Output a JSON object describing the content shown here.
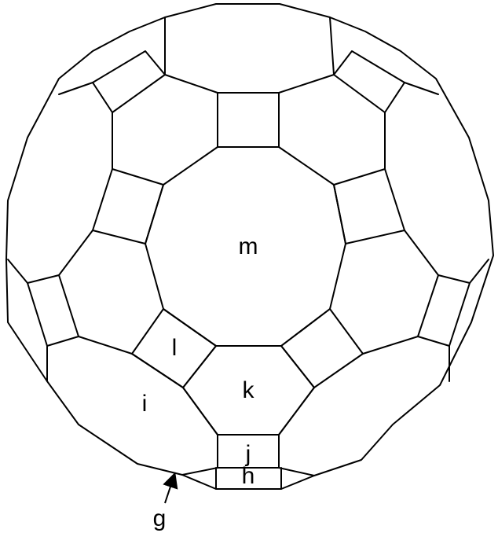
{
  "diagram": {
    "labels": {
      "m": "m",
      "l": "l",
      "k": "k",
      "i": "i",
      "j": "j",
      "h": "h",
      "g": "g"
    },
    "colors": {
      "stroke": "#000000",
      "background": "#ffffff"
    }
  }
}
